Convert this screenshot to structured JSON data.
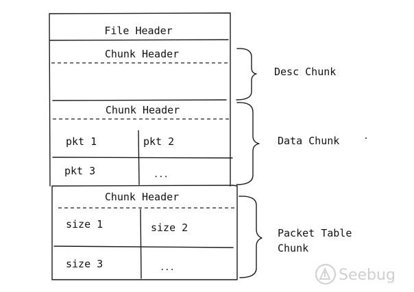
{
  "layout_sections": {
    "file_header": "File Header",
    "desc_chunk": {
      "header": "Chunk Header",
      "label": "Desc Chunk"
    },
    "data_chunk": {
      "header": "Chunk Header",
      "label": "Data Chunk",
      "cells": [
        "pkt 1",
        "pkt 2",
        "pkt 3",
        "..."
      ]
    },
    "packet_table_chunk": {
      "header": "Chunk Header",
      "label_line1": "Packet Table",
      "label_line2": "Chunk",
      "cells": [
        "size 1",
        "size 2",
        "size 3",
        "..."
      ]
    }
  },
  "watermark": "Seebug"
}
